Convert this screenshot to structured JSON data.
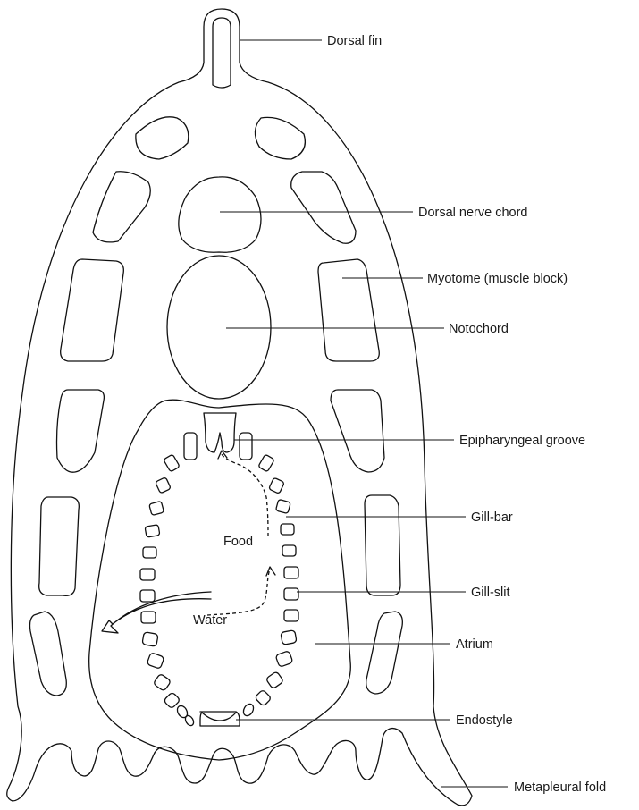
{
  "diagram": {
    "labels": {
      "dorsal_fin": "Dorsal fin",
      "dorsal_nerve_chord": "Dorsal nerve chord",
      "myotome": "Myotome (muscle block)",
      "notochord": "Notochord",
      "epipharyngeal_groove": "Epipharyngeal groove",
      "gill_bar": "Gill-bar",
      "gill_slit": "Gill-slit",
      "atrium": "Atrium",
      "endostyle": "Endostyle",
      "metapleural_fold": "Metapleural fold"
    },
    "flow_labels": {
      "food": "Food",
      "water": "Water"
    }
  }
}
